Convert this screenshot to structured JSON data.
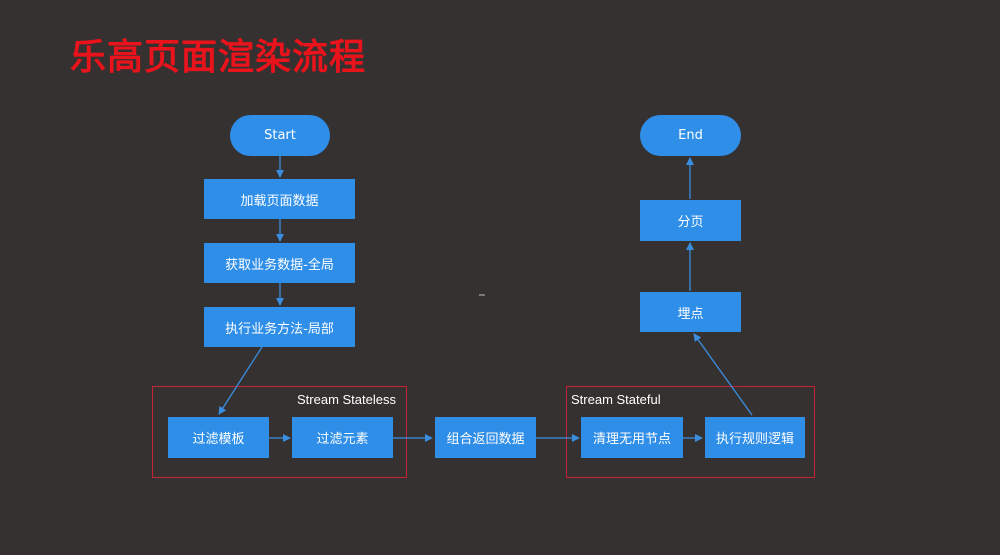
{
  "title": "乐高页面渲染流程",
  "nodes": {
    "start": "Start",
    "load_page_data": "加载页面数据",
    "get_business_data": "获取业务数据-全局",
    "exec_business_method": "执行业务方法-局部",
    "filter_template": "过滤模板",
    "filter_element": "过滤元素",
    "combine_return_data": "组合返回数据",
    "clean_useless_nodes": "清理无用节点",
    "exec_rule_logic": "执行规则逻辑",
    "tracking": "埋点",
    "paging": "分页",
    "end": "End"
  },
  "groups": {
    "stateless": "Stream Stateless",
    "stateful": "Stream Stateful"
  },
  "colors": {
    "background": "#353130",
    "node_fill": "#2f8ee8",
    "title": "#e8131b",
    "group_border": "#c4243a",
    "edge": "#3a8ee0"
  }
}
